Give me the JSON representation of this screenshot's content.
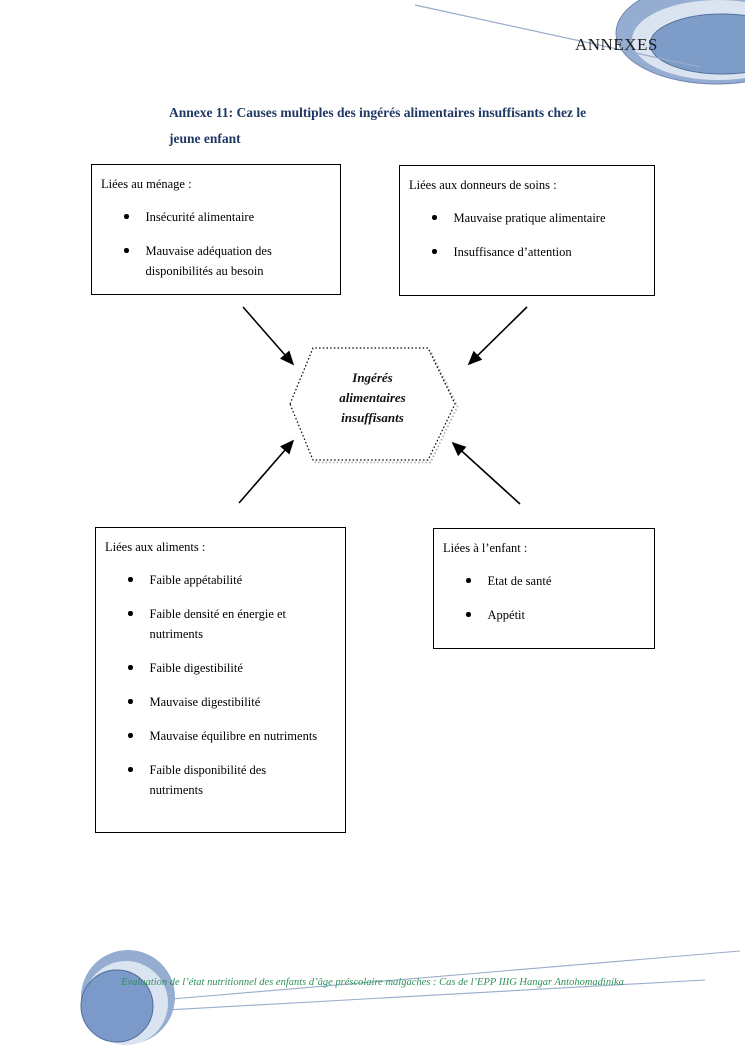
{
  "header": {
    "annexes_label": "ANNEXES"
  },
  "title": {
    "line1": "Annexe 11: Causes multiples des ingérés alimentaires insuffisants chez le",
    "line2": "jeune enfant"
  },
  "diagram": {
    "center": {
      "line1": "Ingérés",
      "line2": "alimentaires",
      "line3": "insuffisants"
    },
    "box_menage": {
      "title": "Liées au ménage :",
      "items": [
        "Insécurité alimentaire",
        "Mauvaise adéquation des disponibilités au besoin"
      ]
    },
    "box_donneurs": {
      "title": "Liées aux donneurs de soins :",
      "items": [
        "Mauvaise pratique alimentaire",
        "Insuffisance d’attention"
      ]
    },
    "box_aliments": {
      "title": "Liées aux aliments :",
      "items": [
        "Faible appétabilité",
        "Faible densité en énergie et nutriments",
        "Faible digestibilité",
        "Mauvaise digestibilité",
        "Mauvaise équilibre en nutriments",
        "Faible disponibilité des nutriments"
      ]
    },
    "box_enfant": {
      "title": "Liées à l’enfant :",
      "items": [
        "Etat de santé",
        "Appétit"
      ]
    }
  },
  "footer": {
    "text": "Evaluation de l’état nutritionnel des enfants d’âge préscolaire malgaches : Cas de l’EPP IIIG Hangar Antohomadinika"
  },
  "colors": {
    "title_navy": "#1f3864",
    "footer_green": "#2e9258",
    "deco_line_blue": "#9aaccb",
    "deco_ellipse_outer": "#94add1",
    "deco_ellipse_ring": "#dae3f0",
    "deco_ellipse_inner": "#7e9cc8",
    "box_border": "#000000",
    "hexagon_border": "#000000",
    "hexagon_shadow": "#a8a8a8"
  }
}
